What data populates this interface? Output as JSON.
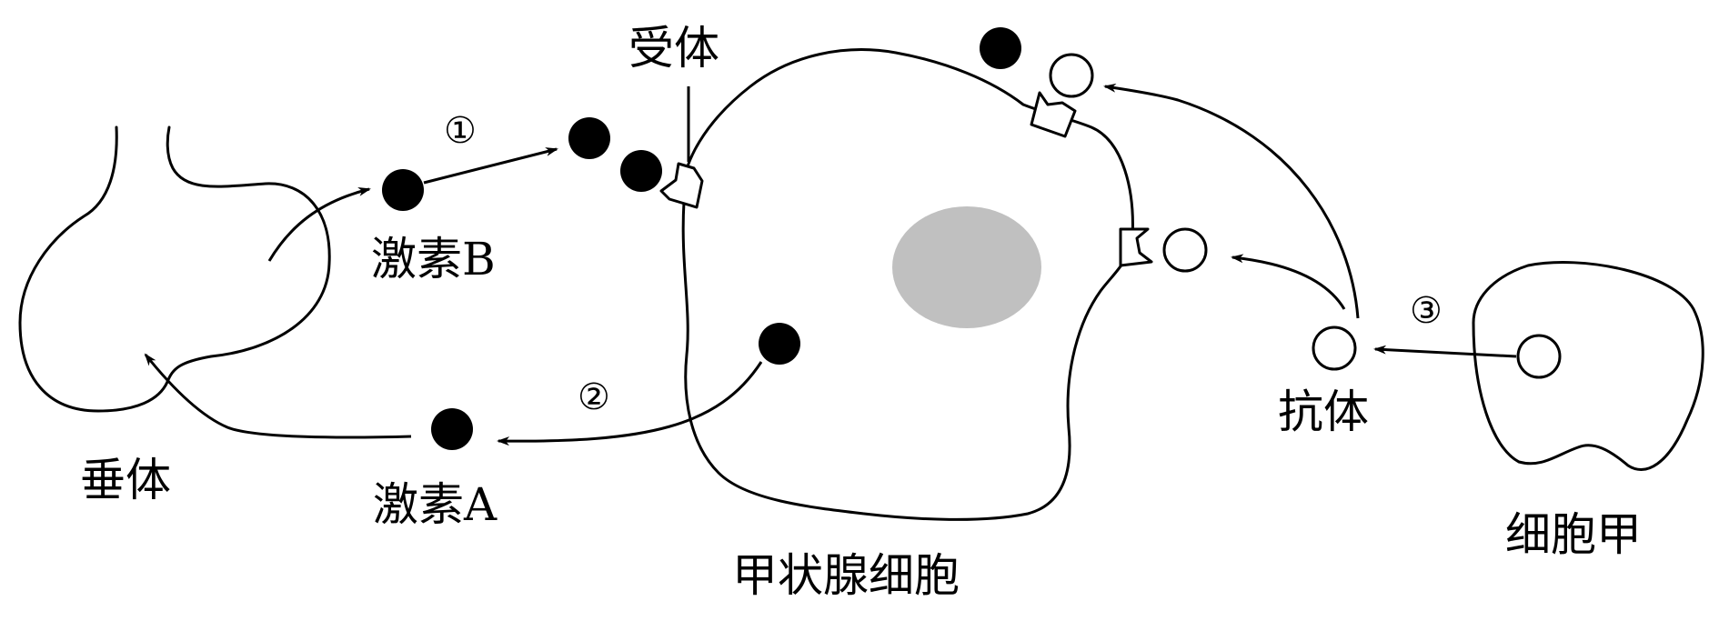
{
  "labels": {
    "pituitary": "垂体",
    "hormone_b": "激素B",
    "hormone_a": "激素A",
    "receptor": "受体",
    "thyroid_cell": "甲状腺细胞",
    "antibody": "抗体",
    "cell_jia": "细胞甲"
  },
  "steps": {
    "step1": "①",
    "step2": "②",
    "step3": "③"
  },
  "colors": {
    "line": "#000000",
    "hormone": "#000000",
    "nucleus": "#c0c0c0",
    "background": "#ffffff"
  }
}
